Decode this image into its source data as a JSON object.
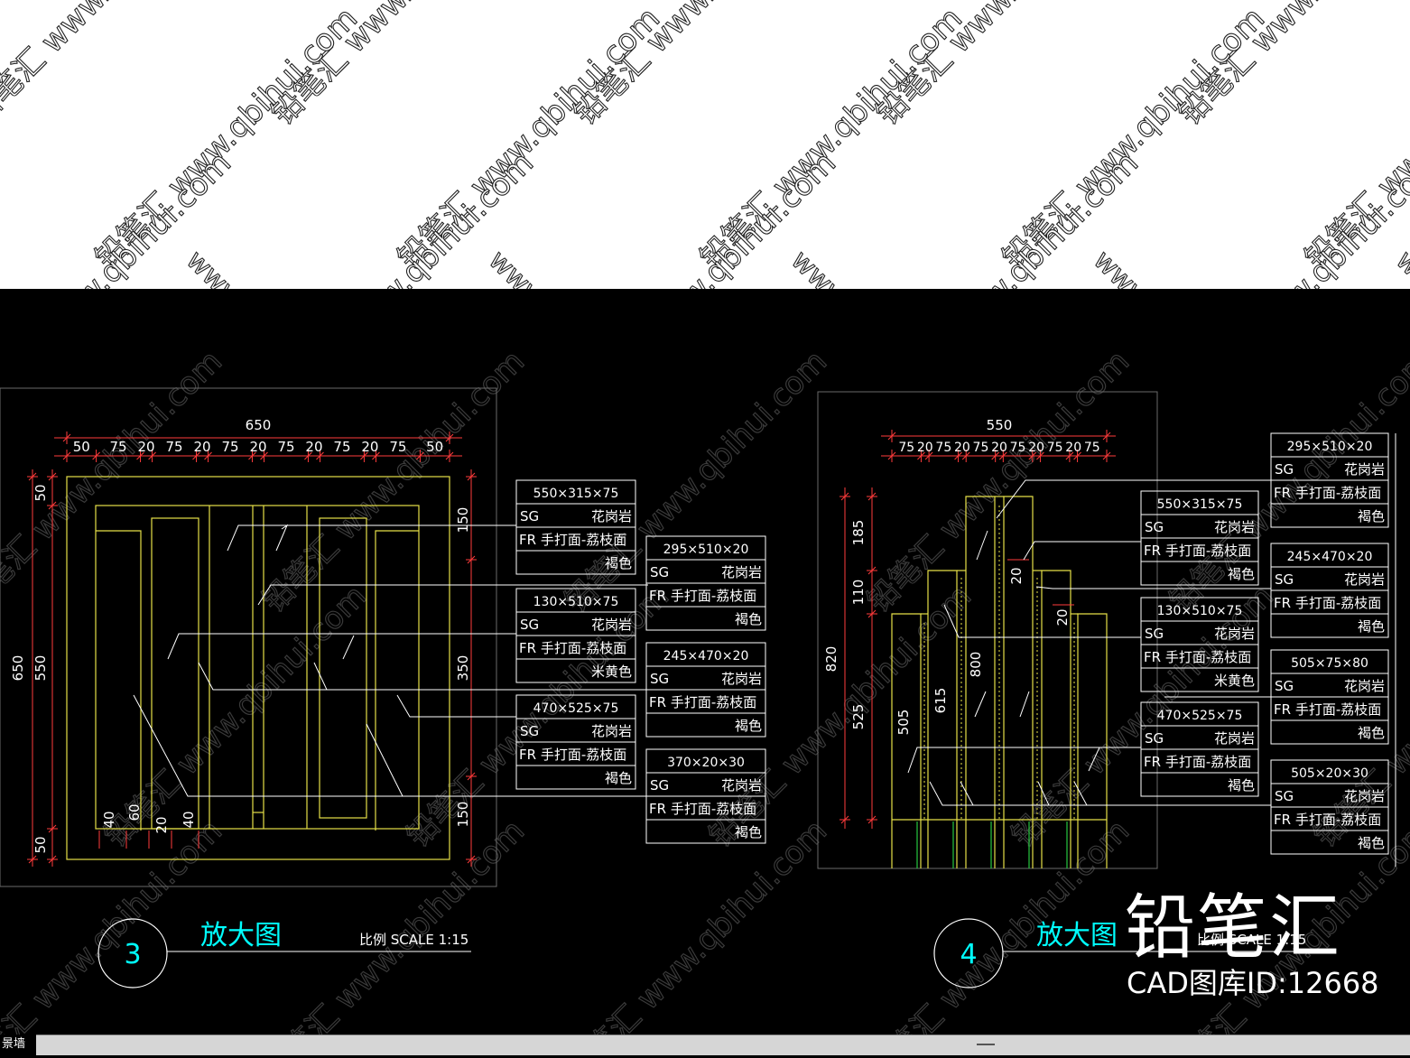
{
  "watermark": {
    "text": "铅笔汇 www.qbihui.com",
    "url": "www.qbihui.com"
  },
  "brand": {
    "name": "铅笔汇",
    "id_label": "CAD图库ID:12668"
  },
  "status_tab": {
    "label": "景墙"
  },
  "colors": {
    "background": "#000000",
    "text": "#ffffff",
    "outline": "#e6e048",
    "dimension": "#ff3b3b",
    "leader": "#ffffff",
    "title_cyan": "#00ffff",
    "rebar_green": "#27c93f"
  },
  "drawing3": {
    "number": "3",
    "title": "放大图",
    "scale": "比例 SCALE 1:15",
    "total_width": "650",
    "top_dims": [
      "50",
      "75",
      "20",
      "75",
      "20",
      "75",
      "20",
      "75",
      "20",
      "75",
      "20",
      "75",
      "50"
    ],
    "left_total": "650",
    "left_dims": [
      "50",
      "550",
      "50"
    ],
    "right_dims": [
      "150",
      "350",
      "150"
    ],
    "bottom_dims": [
      "40",
      "60",
      "20",
      "40"
    ],
    "labels": [
      {
        "size": "550×315×75",
        "code": "SG",
        "material": "花岗岩",
        "finish": "FR 手打面-荔枝面",
        "color": "褐色"
      },
      {
        "size": "130×510×75",
        "code": "SG",
        "material": "花岗岩",
        "finish": "FR 手打面-荔枝面",
        "color": "米黄色"
      },
      {
        "size": "470×525×75",
        "code": "SG",
        "material": "花岗岩",
        "finish": "FR 手打面-荔枝面",
        "color": "褐色"
      },
      {
        "size": "295×510×20",
        "code": "SG",
        "material": "花岗岩",
        "finish": "FR 手打面-荔枝面",
        "color": "褐色"
      },
      {
        "size": "245×470×20",
        "code": "SG",
        "material": "花岗岩",
        "finish": "FR 手打面-荔枝面",
        "color": "褐色"
      },
      {
        "size": "370×20×30",
        "code": "SG",
        "material": "花岗岩",
        "finish": "FR 手打面-荔枝面",
        "color": "褐色"
      }
    ]
  },
  "drawing4": {
    "number": "4",
    "title": "放大图",
    "scale": "比例 SCALE 1:15",
    "total_width": "550",
    "top_dims": [
      "75",
      "20",
      "75",
      "20",
      "75",
      "20",
      "75",
      "20",
      "75",
      "20",
      "75"
    ],
    "left_total": "820",
    "left_dims": [
      "185",
      "110",
      "525"
    ],
    "inner_dims": [
      "505",
      "615",
      "800",
      "20",
      "20"
    ],
    "labels": [
      {
        "size": "550×315×75",
        "code": "SG",
        "material": "花岗岩",
        "finish": "FR 手打面-荔枝面",
        "color": "褐色"
      },
      {
        "size": "130×510×75",
        "code": "SG",
        "material": "花岗岩",
        "finish": "FR 手打面-荔枝面",
        "color": "米黄色"
      },
      {
        "size": "470×525×75",
        "code": "SG",
        "material": "花岗岩",
        "finish": "FR 手打面-荔枝面",
        "color": "褐色"
      },
      {
        "size": "295×510×20",
        "code": "SG",
        "material": "花岗岩",
        "finish": "FR 手打面-荔枝面",
        "color": "褐色"
      },
      {
        "size": "245×470×20",
        "code": "SG",
        "material": "花岗岩",
        "finish": "FR 手打面-荔枝面",
        "color": "褐色"
      },
      {
        "size": "505×75×80",
        "code": "SG",
        "material": "花岗岩",
        "finish": "FR 手打面-荔枝面",
        "color": "褐色"
      },
      {
        "size": "505×20×30",
        "code": "SG",
        "material": "花岗岩",
        "finish": "FR 手打面-荔枝面",
        "color": "褐色"
      }
    ]
  }
}
